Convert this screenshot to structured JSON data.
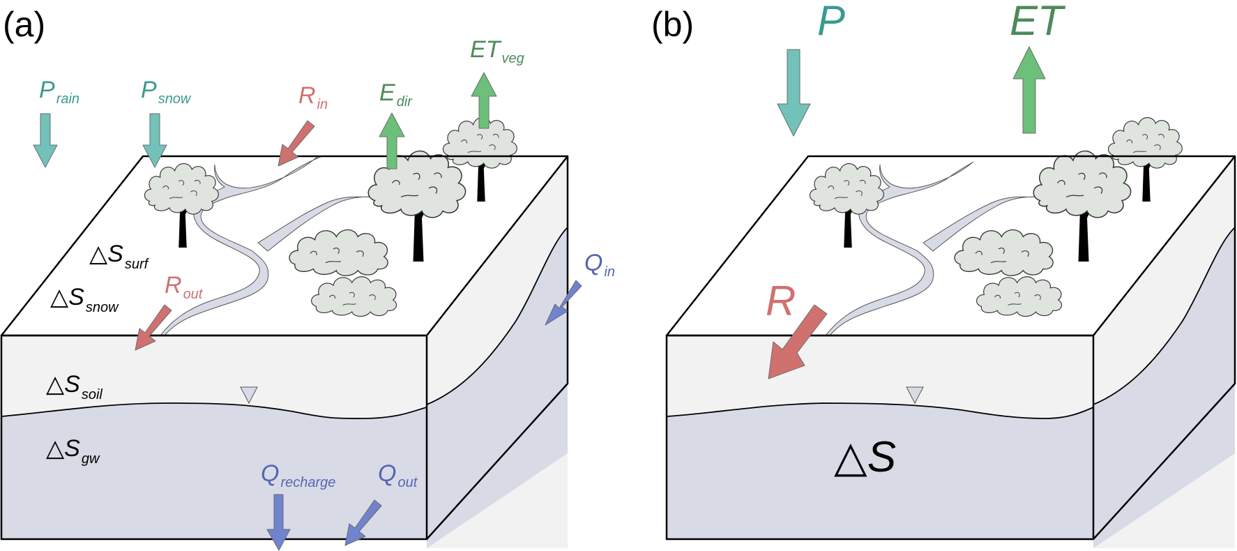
{
  "panels": {
    "a": {
      "label": "(a)",
      "storages": {
        "surf": {
          "symbol": "△S",
          "sub": "surf"
        },
        "snow": {
          "symbol": "△S",
          "sub": "snow"
        },
        "soil": {
          "symbol": "△S",
          "sub": "soil"
        },
        "gw": {
          "symbol": "△S",
          "sub": "gw"
        }
      },
      "fluxes": {
        "p_rain": {
          "symbol": "P",
          "sub": "rain"
        },
        "p_snow": {
          "symbol": "P",
          "sub": "snow"
        },
        "r_in": {
          "symbol": "R",
          "sub": "in"
        },
        "e_dir": {
          "symbol": "E",
          "sub": "dir"
        },
        "et_veg": {
          "symbol": "ET",
          "sub": "veg"
        },
        "r_out": {
          "symbol": "R",
          "sub": "out"
        },
        "q_in": {
          "symbol": "Q",
          "sub": "in"
        },
        "q_recharge": {
          "symbol": "Q",
          "sub": "recharge"
        },
        "q_out": {
          "symbol": "Q",
          "sub": "out"
        }
      }
    },
    "b": {
      "label": "(b)",
      "storage": {
        "symbol": "△S"
      },
      "fluxes": {
        "p": {
          "symbol": "P"
        },
        "et": {
          "symbol": "ET"
        },
        "r": {
          "symbol": "R"
        }
      }
    }
  },
  "colors": {
    "precip_arrow": "#72c2b9",
    "precip_text": "#3a9a90",
    "et_arrow": "#6cc07a",
    "et_text": "#4e8a5a",
    "runoff": "#d07170",
    "groundwater_arrow": "#7083cf",
    "groundwater_text": "#5565b3",
    "surface": "#ffffff",
    "soil": "#f2f2f2",
    "aquifer": "#d8dbe6",
    "canopy": "#dfe4df"
  }
}
